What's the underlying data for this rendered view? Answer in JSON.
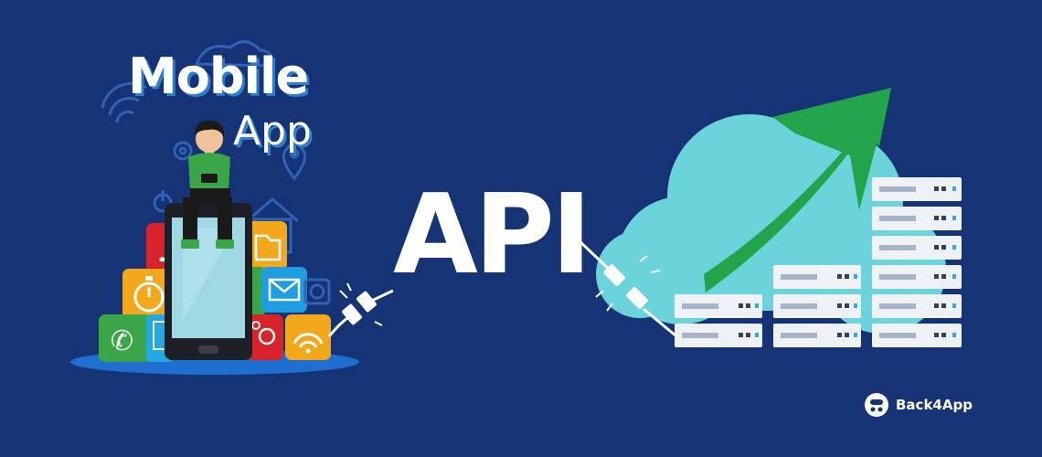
{
  "headline": {
    "line1": "Mobile",
    "line2": "App"
  },
  "center": {
    "label": "API"
  },
  "brand": {
    "name": "Back4App",
    "icon": "back4app-logo-icon"
  },
  "colors": {
    "background": "#163376",
    "cloud": "#6bd3da",
    "arrow": "#22a44a",
    "server": "#eef1f6",
    "platform": "#1f6fd0"
  },
  "icons": [
    "wifi-icon",
    "gear-icon",
    "location-pin-icon",
    "home-icon",
    "power-icon",
    "music-icon",
    "stopwatch-icon",
    "phone-icon",
    "battery-icon",
    "folder-icon",
    "mail-icon",
    "camera-icon",
    "signal-icon",
    "plug-icon",
    "cloud-icon",
    "server-rack-icon",
    "growth-arrow-icon"
  ]
}
